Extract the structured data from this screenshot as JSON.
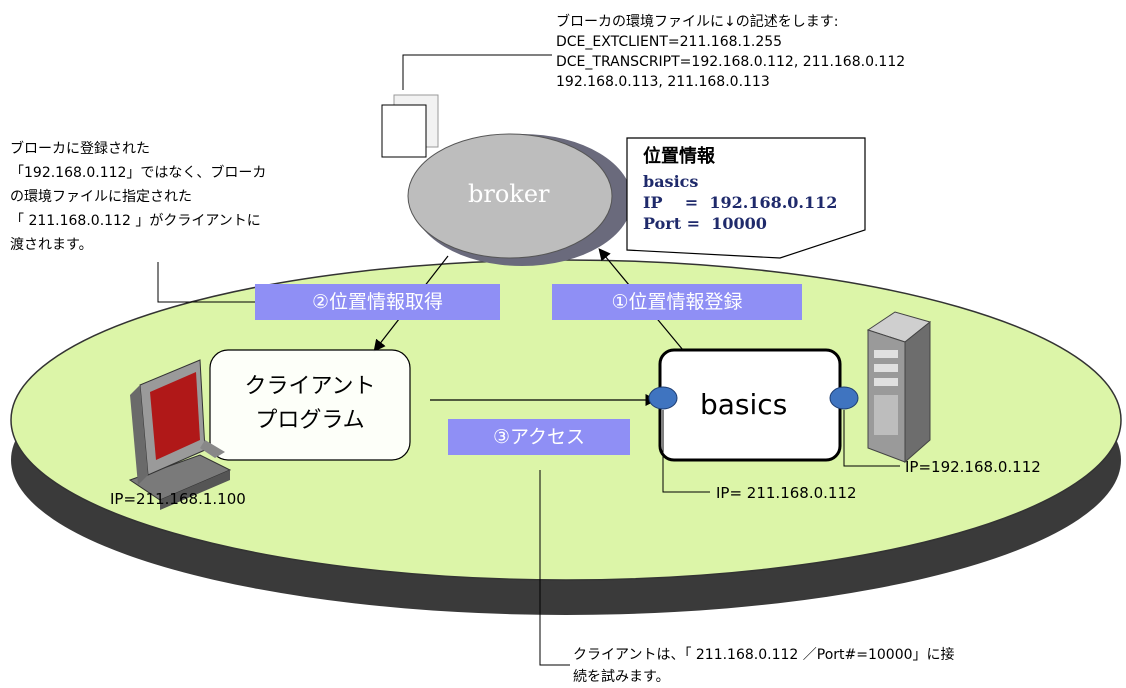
{
  "top_note": {
    "line1": "ブローカの環境ファイルに↓の記述をします:",
    "line2": "DCE_EXTCLIENT=211.168.1.255",
    "line3": "DCE_TRANSCRIPT=192.168.0.112, 211.168.0.112",
    "line4": "192.168.0.113, 211.168.0.113"
  },
  "left_note": {
    "line1": "ブローカに登録された",
    "line2": "「192.168.0.112」ではなく、ブローカ",
    "line3": "の環境ファイルに指定された",
    "line4": "「 211.168.0.112 」がクライアントに",
    "line5": "渡されます。"
  },
  "broker": {
    "label": "broker"
  },
  "location_card": {
    "title": "位置情報",
    "name": "basics",
    "ip_line": "IP    =  192.168.0.112",
    "port_line": "Port =  10000"
  },
  "steps": {
    "step1": "①位置情報登録",
    "step2": "②位置情報取得",
    "step3": "③アクセス"
  },
  "client_program": {
    "line1": "クライアント",
    "line2": "プログラム"
  },
  "server_program": {
    "label": "basics"
  },
  "ips": {
    "client": "IP=211.168.1.100",
    "server_inner": "IP= 211.168.0.112",
    "server_outer": "IP=192.168.0.112"
  },
  "bottom_note": {
    "line1": "クライアントは、「 211.168.0.112 ／Port#=10000」に接",
    "line2": "続を試みます。"
  },
  "colors": {
    "platform_top": "#dcf5a8",
    "platform_shadow": "#3a3a3a",
    "broker_fill": "#bdbdbd",
    "broker_shadow": "#6a6a7c",
    "step_fill": "#8f8ff5",
    "port_dot": "#3f74c0",
    "card_text": "#1f2a6b"
  }
}
